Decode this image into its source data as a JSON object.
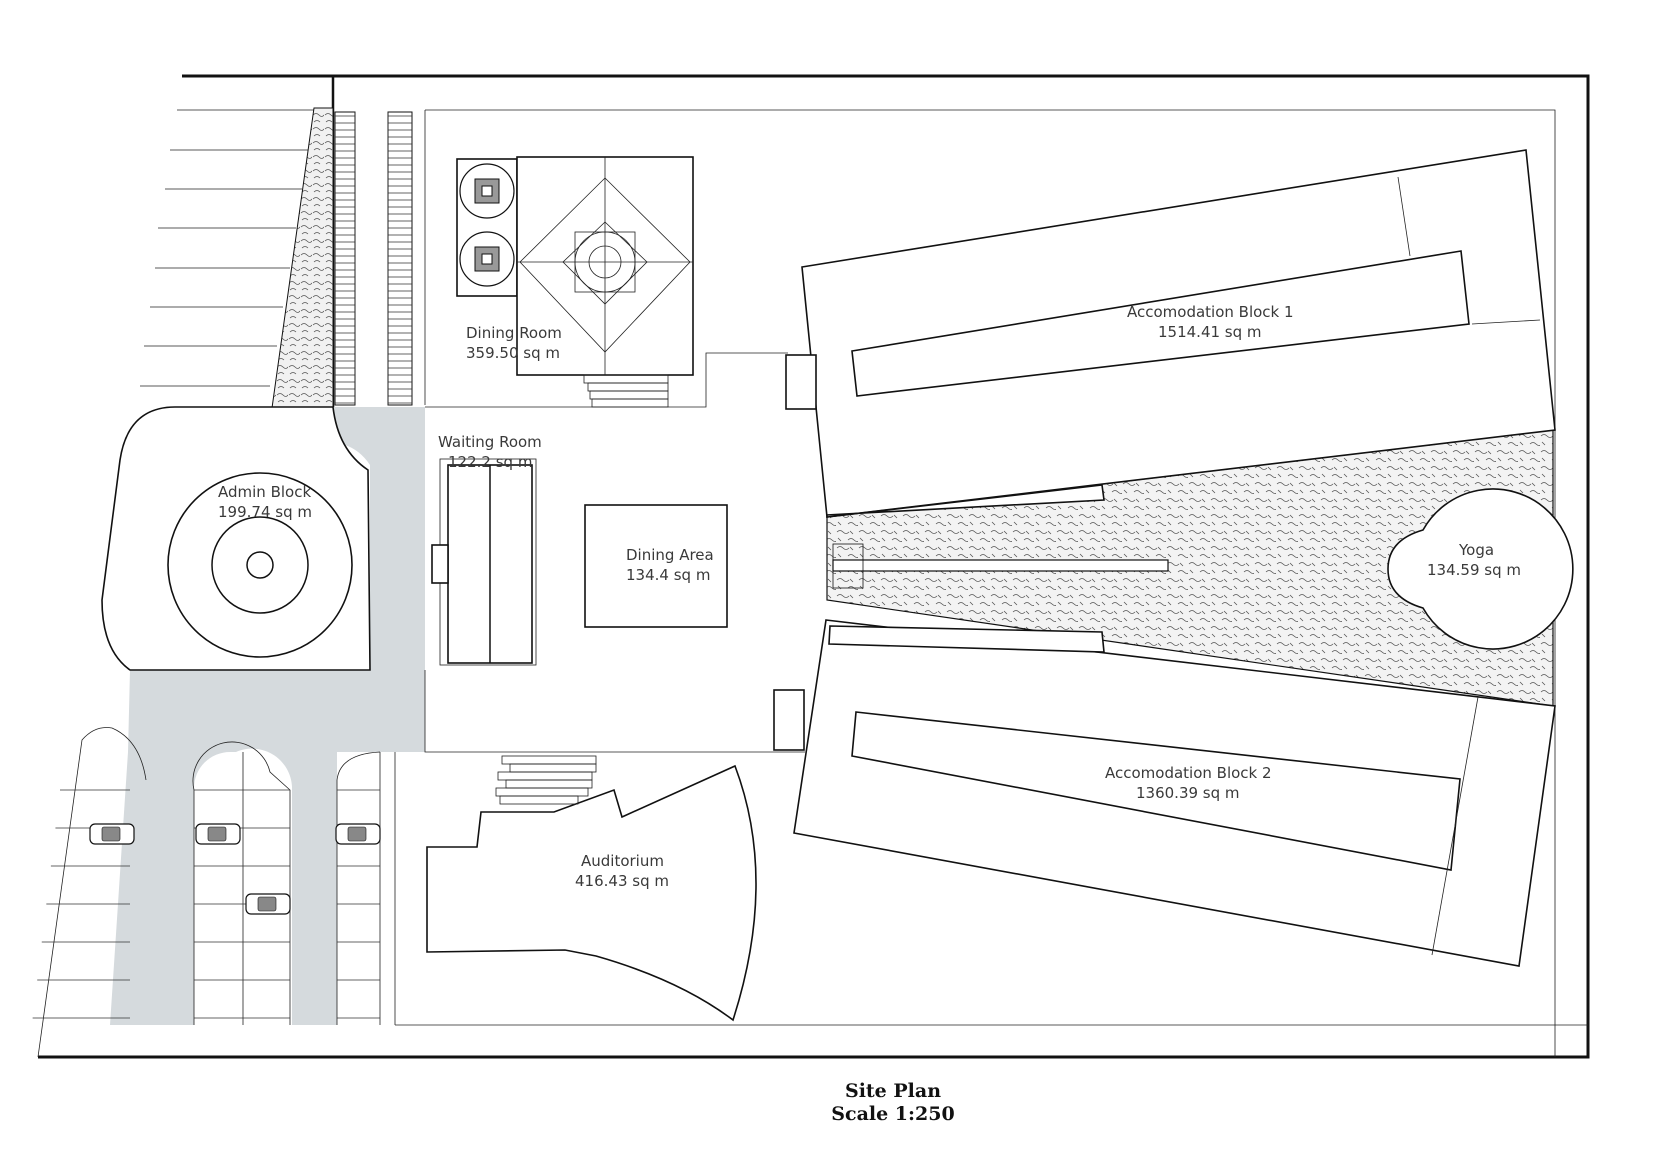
{
  "drawing": {
    "title": "Site Plan",
    "scale": "Scale 1:250"
  },
  "rooms": {
    "dining_room": {
      "name": "Dining Room",
      "area": "359.50 sq m"
    },
    "waiting_room": {
      "name": "Waiting Room",
      "area": "122.2 sq m"
    },
    "admin_block": {
      "name": "Admin Block",
      "area": "199.74 sq m"
    },
    "dining_area": {
      "name": "Dining Area",
      "area": "134.4 sq m"
    },
    "accommodation_1": {
      "name": "Accomodation Block 1",
      "area": "1514.41 sq m"
    },
    "accommodation_2": {
      "name": "Accomodation Block 2",
      "area": "1360.39 sq m"
    },
    "yoga": {
      "name": "Yoga",
      "area": "134.59 sq m"
    },
    "auditorium": {
      "name": "Auditorium",
      "area": "416.43 sq m"
    }
  },
  "colors": {
    "road": "#d5dadd",
    "linework": "#111111",
    "paving": "#555555"
  },
  "icons": [
    "car-icon"
  ]
}
